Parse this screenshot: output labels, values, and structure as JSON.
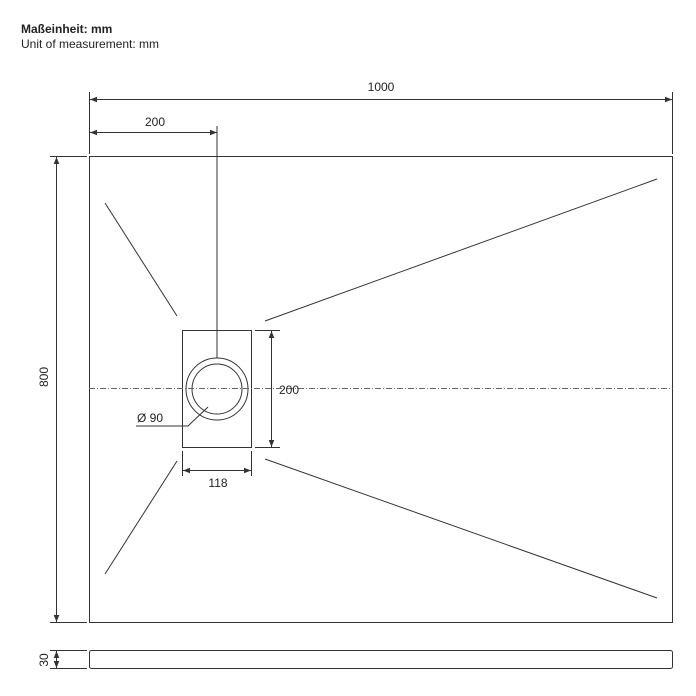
{
  "header": {
    "unit_de": "Maßeinheit: mm",
    "unit_en": "Unit of measurement: mm"
  },
  "dimensions": {
    "width": "1000",
    "drain_offset": "200",
    "depth": "800",
    "drain_height": "200",
    "drain_width": "118",
    "drain_diameter": "Ø 90",
    "thickness": "30"
  },
  "colors": {
    "line": "#333333",
    "centerline": "#666666"
  }
}
